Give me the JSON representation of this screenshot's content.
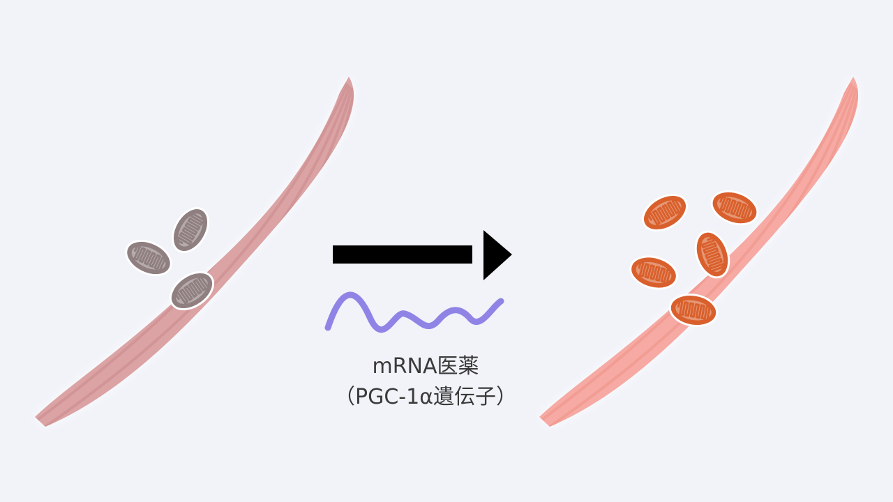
{
  "caption": {
    "line1": "mRNA医薬",
    "line2": "（PGC-1α遺伝子）"
  },
  "colors": {
    "background": "#f1f3f9",
    "muscle_before": "#dba3a4",
    "muscle_before_stripe": "#c98a8c",
    "muscle_after": "#f6aaa3",
    "muscle_after_stripe": "#ec9189",
    "mito_before": "#8f7f80",
    "mito_after": "#d9602c",
    "arrow": "#000000",
    "mrna_strand": "#8f84e6"
  },
  "icons": {
    "left": "muscle-fiber-icon",
    "right": "muscle-fiber-icon",
    "organelle": "mitochondrion-icon",
    "strand": "mrna-strand-icon",
    "arrow": "right-arrow-icon"
  },
  "mitochondria_before_count": 3,
  "mitochondria_after_count": 5
}
